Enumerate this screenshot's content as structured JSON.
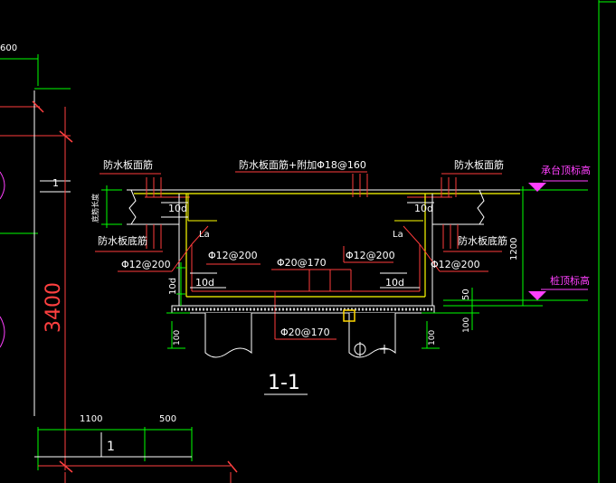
{
  "colors": {
    "background": "#000000",
    "dim_green": "#00ff00",
    "rebar_red": "#ff3b3b",
    "rebar_yellow": "#ffff00",
    "text_white": "#ffffff",
    "outline_white": "#ffffff",
    "marker_magenta": "#ff40ff",
    "dim_red": "#ff4040"
  },
  "labels": {
    "top_left_dim": "600",
    "tag_one": "1",
    "side_dim": "3400",
    "bottom_dim_a": "1100",
    "bottom_dim_b": "500",
    "bottom_mark": "1",
    "top_mid": "防水板面筋+附加Φ18@160",
    "top_left": "防水板面筋",
    "top_right": "防水板面筋",
    "cap_top_elev": "承台顶标高",
    "pile_top_elev": "桩顶标高",
    "dim_1200": "1200",
    "dim_50": "50",
    "dim_100r": "100",
    "left_bottom_rebar": "防水板底筋",
    "right_bottom_rebar": "防水板底筋",
    "left_vertical_note": "底筋长度",
    "left_10d_top": "10d",
    "right_10d_top": "10d",
    "left_la": "La",
    "right_la": "La",
    "left_phi12_a": "Φ12@200",
    "mid_left_phi12": "Φ12@200",
    "mid_right_phi12": "Φ12@200",
    "right_phi12_b": "Φ12@200",
    "phi20_top": "Φ20@170",
    "phi20_bottom": "Φ20@170",
    "left_10d_mid": "10d",
    "right_10d_mid": "10d",
    "left_10d_vert": "10d",
    "left_100": "100",
    "right_100": "100",
    "section_title": "1-1"
  }
}
